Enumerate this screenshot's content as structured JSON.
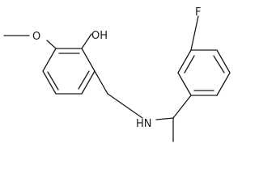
{
  "molecule": {
    "atoms": {
      "oxygen_methoxy": "O",
      "hydroxyl": "OH",
      "amine": "HN",
      "fluorine": "F"
    }
  }
}
